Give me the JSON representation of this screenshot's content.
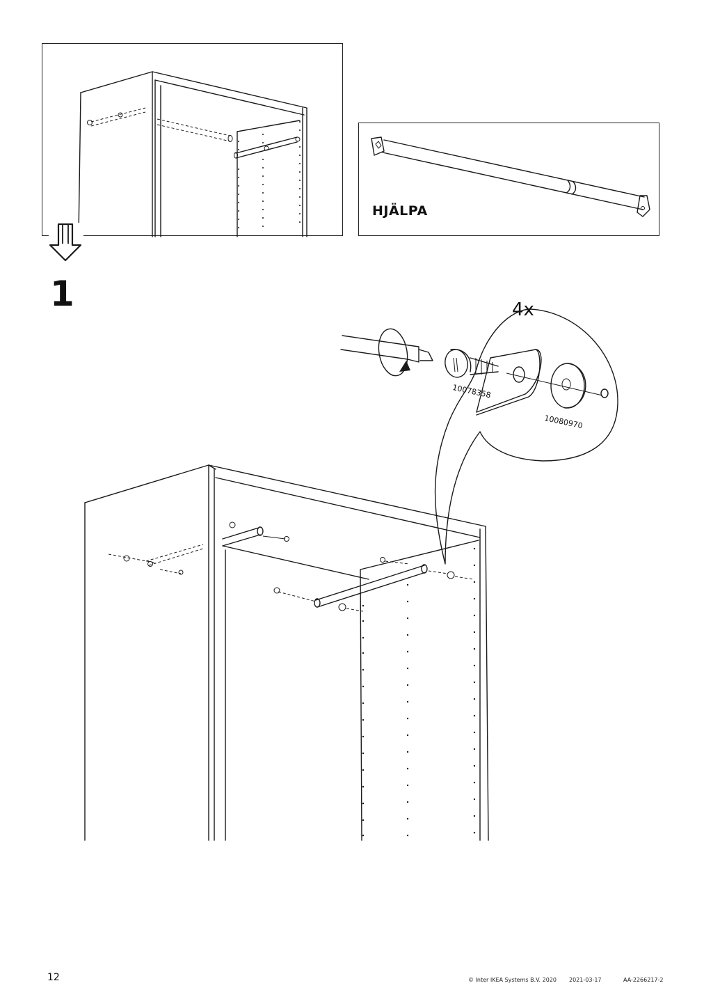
{
  "page": {
    "page_number": "12",
    "copyright": "© Inter IKEA Systems B.V. 2020",
    "date": "2021-03-17",
    "doc_id": "AA-2266217-2"
  },
  "overview": {
    "icon": "down-arrow-icon"
  },
  "product": {
    "name": "HJÄLPA",
    "icon": "clothes-rail-icon"
  },
  "step": {
    "number": "1",
    "quantity": "4x",
    "part_screw": "10078358",
    "part_washer": "10080970",
    "icon": "screwdriver-icon"
  }
}
